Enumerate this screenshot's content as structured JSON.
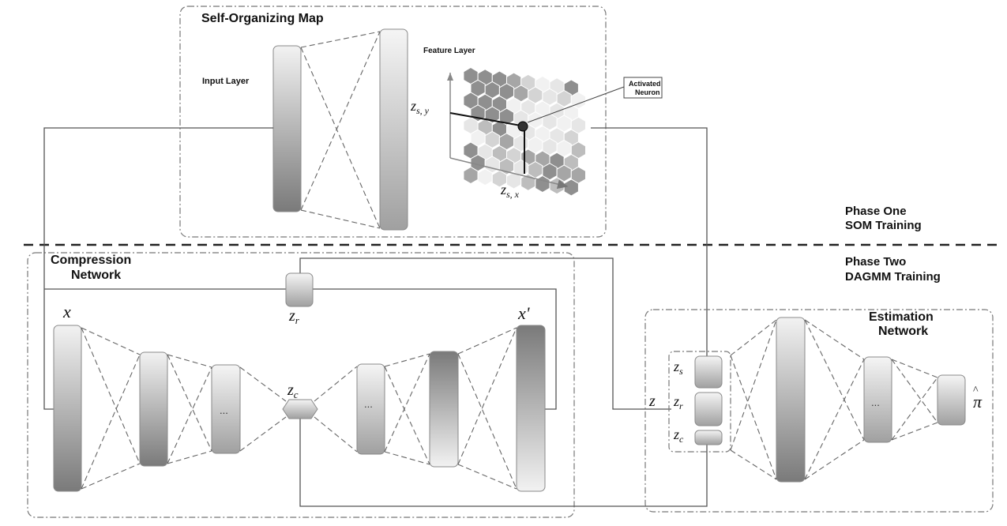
{
  "som": {
    "title": "Self-Organizing Map",
    "input_layer": "Input Layer",
    "feature_layer": "Feature Layer",
    "activated_neuron": [
      "Activated",
      "Neuron"
    ],
    "axis_y": "z s, y",
    "axis_x": "z s, x"
  },
  "phases": {
    "one": [
      "Phase One",
      "SOM Training"
    ],
    "two": [
      "Phase Two",
      "DAGMM Training"
    ]
  },
  "compression": {
    "title": [
      "Compression",
      "Network"
    ],
    "input_label": "x",
    "output_label": "x'",
    "zr_label": "z r",
    "zc_label": "z c",
    "ellipsis": "..."
  },
  "estimation": {
    "title": [
      "Estimation",
      "Network"
    ],
    "z_label": "z",
    "zs_label": "z s",
    "zr_label": "z r",
    "zc_label": "z c",
    "pi_label": "π",
    "ellipsis": "..."
  }
}
